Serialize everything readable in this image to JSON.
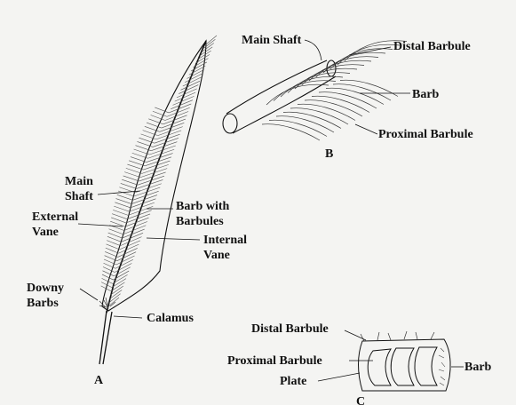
{
  "panels": {
    "a": "A",
    "b": "B",
    "c": "C"
  },
  "feather_labels": {
    "main_shaft": [
      "Main",
      "Shaft"
    ],
    "external_vane": [
      "External",
      "Vane"
    ],
    "downy_barbs": [
      "Downy",
      "Barbs"
    ],
    "barb_with_barbules": [
      "Barb with",
      "Barbules"
    ],
    "internal_vane": [
      "Internal",
      "Vane"
    ],
    "calamus": "Calamus"
  },
  "shaft_detail_labels": {
    "main_shaft": "Main Shaft",
    "distal_barbule": "Distal Barbule",
    "barb": "Barb",
    "proximal_barbule": "Proximal Barbule"
  },
  "cross_section_labels": {
    "distal_barbule": "Distal Barbule",
    "proximal_barbule": "Proximal Barbule",
    "plate": "Plate",
    "barb": "Barb"
  },
  "colors": {
    "ink": "#111111",
    "background": "#f4f4f2",
    "hatch": "#555555"
  }
}
